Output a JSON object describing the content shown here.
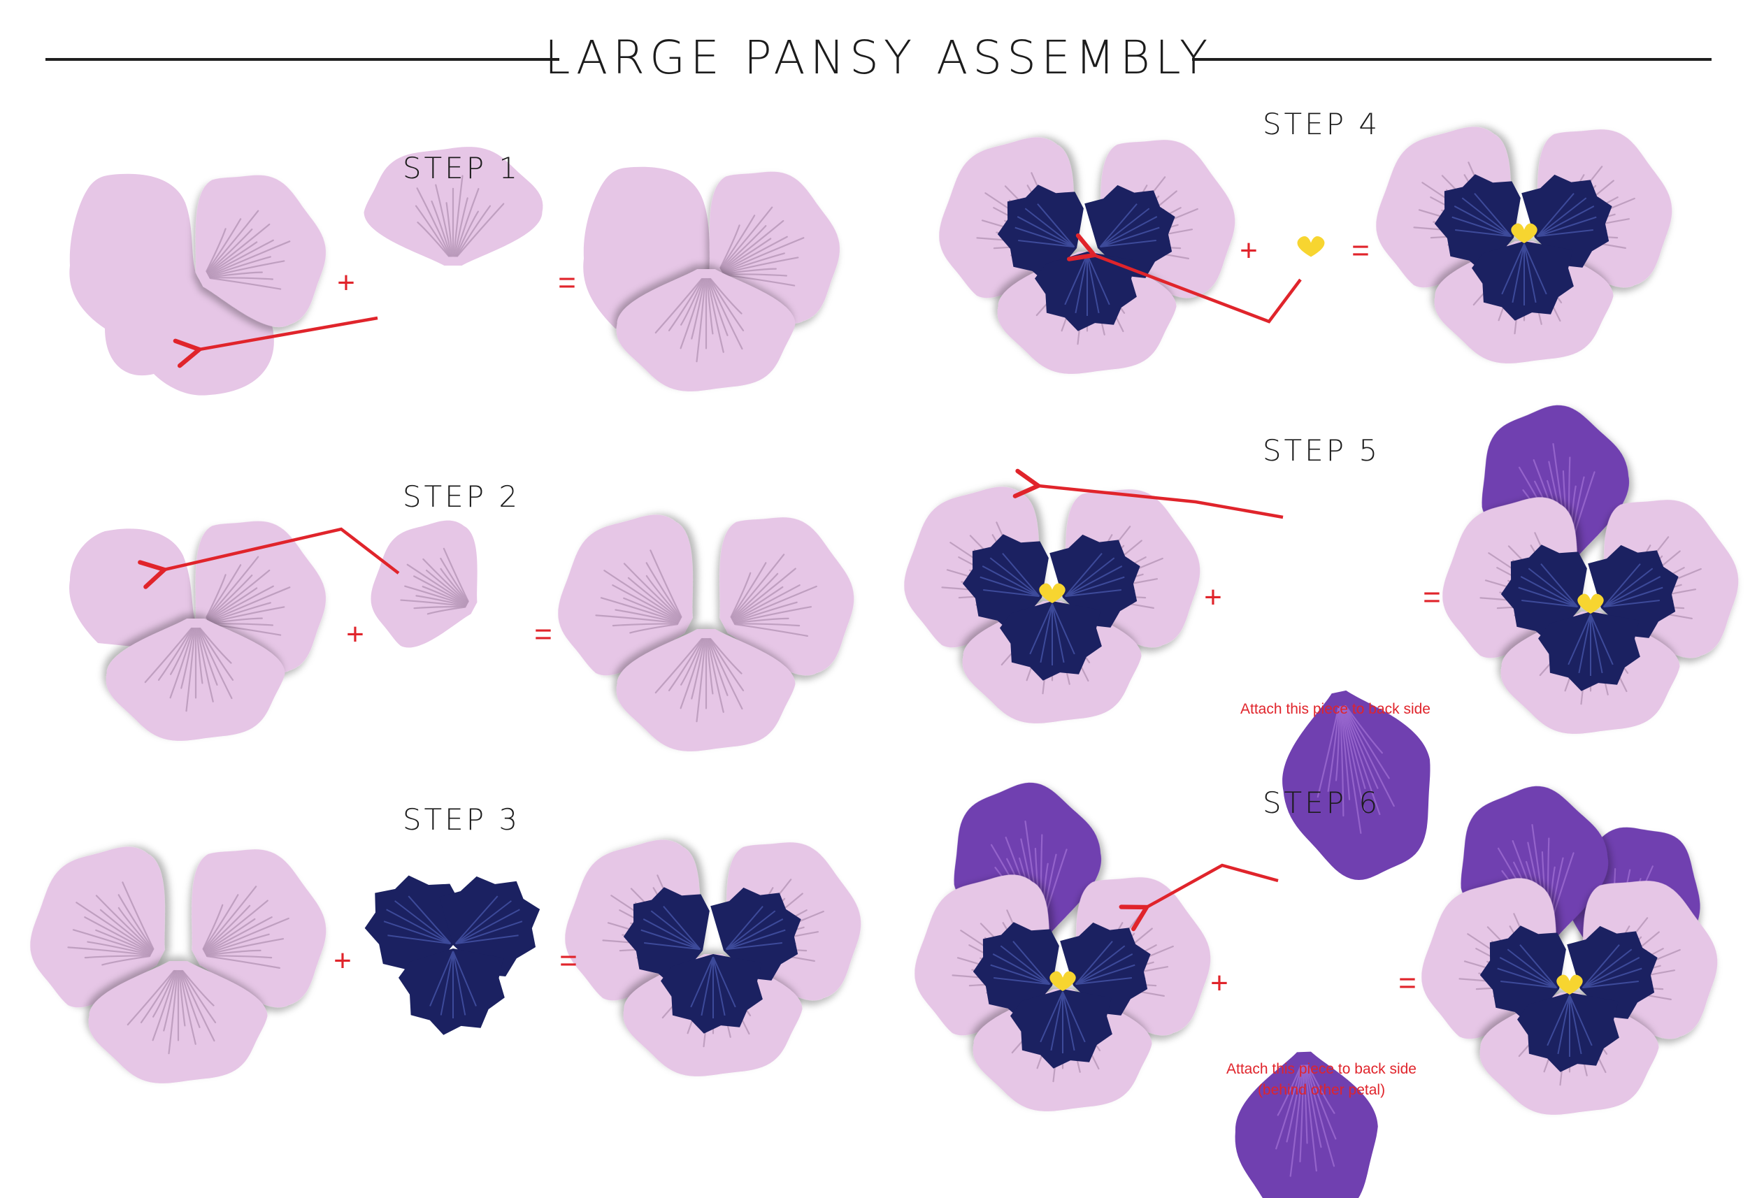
{
  "title": "LARGE PANSY ASSEMBLY",
  "steps": [
    {
      "label": "STEP 1"
    },
    {
      "label": "STEP 2"
    },
    {
      "label": "STEP 3"
    },
    {
      "label": "STEP 4"
    },
    {
      "label": "STEP 5",
      "note_line1": "Attach this piece to back side"
    },
    {
      "label": "STEP 6",
      "note_line1": "Attach this piece to back side",
      "note_line2": "(behind other petal)"
    }
  ],
  "operators": {
    "plus": "+",
    "equals": "="
  },
  "colors": {
    "petal_light": "#e6c6e6",
    "petal_vein": "#b798b8",
    "center_blotch": "#1b2161",
    "center_vein": "#3d4a9a",
    "stamen": "#f7d530",
    "petal_purple": "#7040b0",
    "petal_purple_vein": "#9a6ad0",
    "arrow": "#e0242b",
    "ink": "#1c1c1c"
  }
}
